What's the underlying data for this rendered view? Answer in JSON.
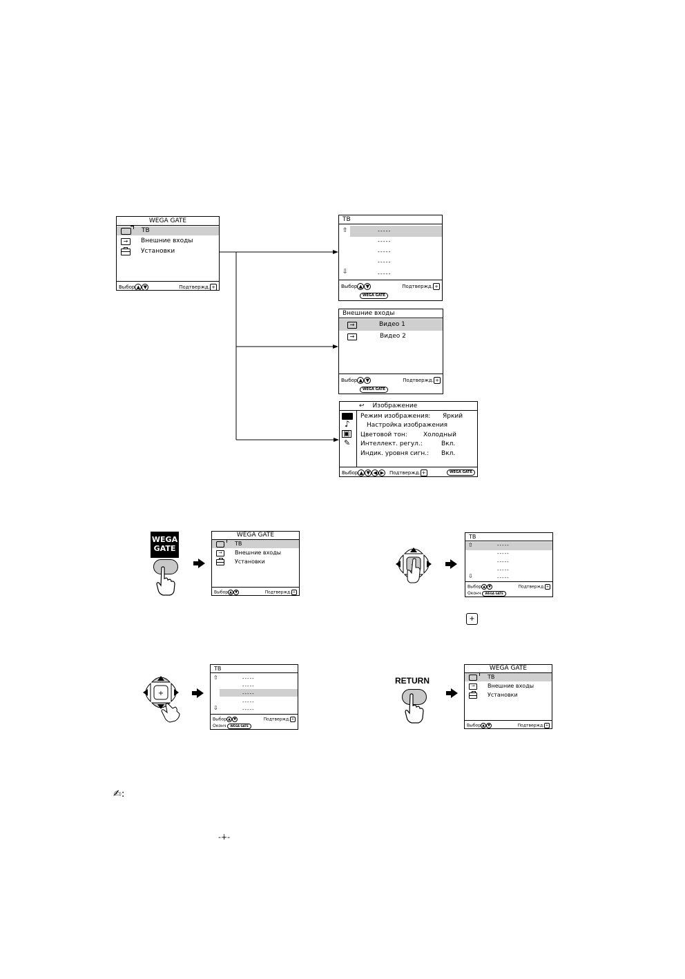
{
  "wega_menu": {
    "title": "WEGA GATE",
    "items": [
      "ТВ",
      "Внешние входы",
      "Установки"
    ],
    "footer_left": "Выбор",
    "footer_right": "Подтвержд."
  },
  "tv_menu": {
    "title": "ТВ",
    "dash": "-----",
    "footer_left": "Выбор",
    "footer_right": "Подтвержд.",
    "button": "WEGA GATE",
    "exit": "Оконч"
  },
  "inputs_menu": {
    "title": "Внешние входы",
    "items": [
      "Видео 1",
      "Видео 2"
    ],
    "footer_left": "Выбор",
    "footer_right": "Подтвержд.",
    "button": "WEGA GATE"
  },
  "settings_menu": {
    "title": "Изображение",
    "rows": [
      {
        "label": "Режим изображения:",
        "value": "Яркий"
      },
      {
        "label": "Настройка изображения",
        "value": ""
      },
      {
        "label": "Цветовой тон:",
        "value": "Холодный"
      },
      {
        "label": "Интеллект. регул.:",
        "value": "Вкл."
      },
      {
        "label": "Индик. уровня сигн.:",
        "value": "Вкл."
      }
    ],
    "footer_left": "Выбор",
    "footer_mid": "Подтвержд.",
    "button": "WEGA GATE"
  },
  "remote": {
    "wega_line1": "WEGA",
    "wega_line2": "GATE",
    "return_label": "RETURN"
  },
  "icons": {
    "tv": "tv-icon",
    "input": "input-icon",
    "settings": "toolbox-icon",
    "up": "up-arrow-icon",
    "down": "down-arrow-icon",
    "ok": "ok-center-icon",
    "note": "pencil-note-icon"
  },
  "colors": {
    "highlight": "#cfcfcf",
    "button_fill": "#c8c8c8"
  }
}
